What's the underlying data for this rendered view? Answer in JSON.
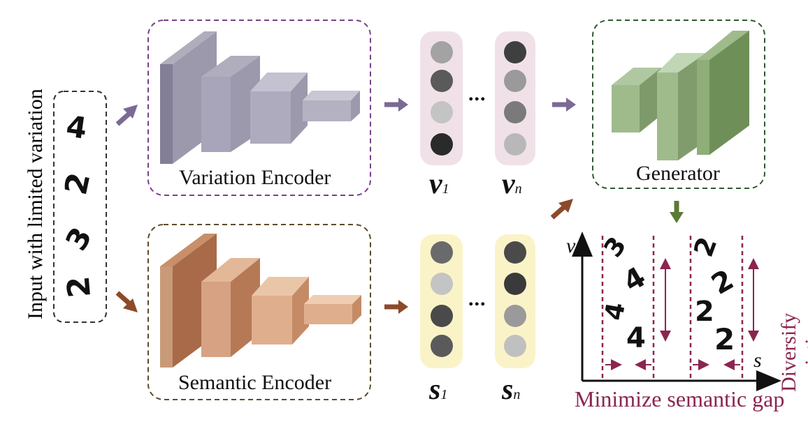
{
  "input_label": "Input with limited variation",
  "input_digits": [
    "4",
    "2",
    "3",
    "2"
  ],
  "variation_encoder": {
    "label": "Variation Encoder",
    "color": "#8a8799"
  },
  "semantic_encoder": {
    "label": "Semantic Encoder",
    "color": "#c08a6a"
  },
  "generator": {
    "label": "Generator",
    "color": "#8aa77a"
  },
  "latent_v": {
    "symbol": "v",
    "first_sub": "1",
    "last_sub": "n",
    "ellipsis": "...",
    "bg": "#f0e1e8"
  },
  "latent_s": {
    "symbol": "s",
    "first_sub": "1",
    "last_sub": "n",
    "ellipsis": "...",
    "bg": "#fbf3c8"
  },
  "plot": {
    "y_axis": "v",
    "x_axis": "s",
    "left_cluster_digits": [
      "3",
      "4",
      "4",
      "4"
    ],
    "right_cluster_digits": [
      "2",
      "2",
      "2",
      "2"
    ],
    "side_label": "Diversify variation",
    "bottom_label": "Minimize semantic gap",
    "accent": "#8b2550"
  }
}
